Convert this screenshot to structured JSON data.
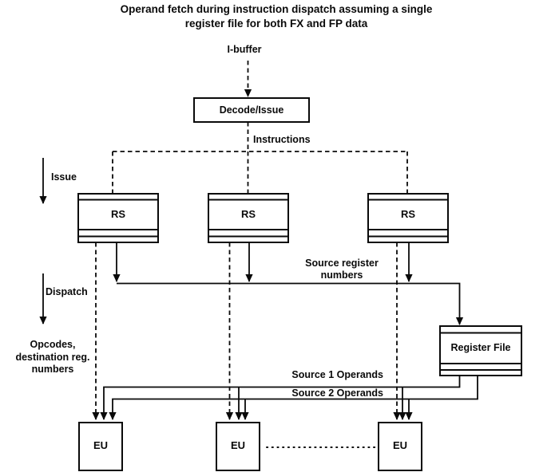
{
  "title": {
    "line1": "Operand fetch during instruction dispatch assuming a single",
    "line2": "register file for both FX and FP data"
  },
  "flow_labels": {
    "ibuffer": "I-buffer",
    "instructions": "Instructions",
    "issue": "Issue",
    "dispatch": "Dispatch",
    "source_register": {
      "line1": "Source register",
      "line2": "numbers"
    },
    "opcodes": {
      "line1": "Opcodes,",
      "line2": "destination reg.",
      "line3": "numbers"
    },
    "source1_operands": "Source 1 Operands",
    "source2_operands": "Source 2 Operands"
  },
  "nodes": {
    "decode_issue": {
      "label": "Decode/Issue"
    },
    "register_file": {
      "label": "Register File"
    },
    "rs": [
      {
        "label": "RS"
      },
      {
        "label": "RS"
      },
      {
        "label": "RS"
      }
    ],
    "eu": [
      {
        "label": "EU"
      },
      {
        "label": "EU"
      },
      {
        "label": "EU"
      }
    ]
  },
  "colors": {
    "line": "#0a0a0a",
    "text": "#0a0a0a",
    "background": "#ffffff"
  }
}
